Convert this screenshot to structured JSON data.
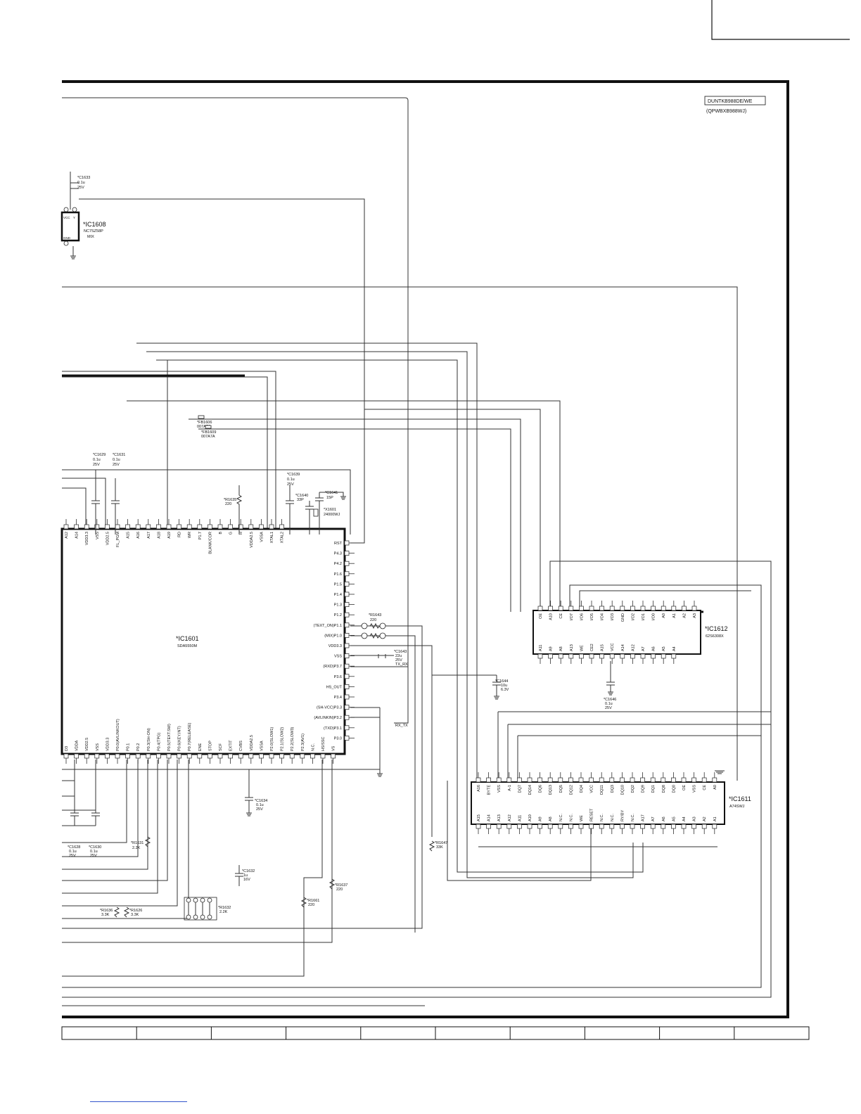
{
  "model": {
    "label": "DUNTKB988DE/WE",
    "sublabel": "(QPWBXB988WJ)"
  },
  "ics": [
    {
      "ref": "IC1608",
      "part": "NC7SZ58P",
      "note": "MIX"
    },
    {
      "ref": "IC1601",
      "part": "SDA5550M"
    },
    {
      "ref": "IC1612",
      "part": "62S6308X"
    },
    {
      "ref": "IC1611",
      "part": "A74SWJ"
    }
  ],
  "ic1601": {
    "top_pins": [
      "A12",
      "A14",
      "VDD3.3",
      "VSS",
      "VDD2.5",
      "FL_PGM",
      "A15",
      "A16",
      "A17",
      "A18",
      "A19",
      "RD",
      "WR",
      "P1.7",
      "BLANK/COR",
      "B",
      "G",
      "R",
      "VDDA2.5",
      "VSSA",
      "XTAL1",
      "XTAL2"
    ],
    "right_pins": [
      "RST",
      "P4.3",
      "P4.2",
      "P1.6",
      "P1.5",
      "P1.4",
      "P1.3",
      "P1.2",
      "(TEXT_ON)P1.1",
      "(MIX)P1.0",
      "VDD3.3",
      "VSS",
      "(RXD)P3.7",
      "P3.6",
      "HS_OUT",
      "P3.4",
      "(SH-VCC)P3.3",
      "(AVLINKIN)P3.2",
      "(TXD)P3.1",
      "P3.0"
    ],
    "bottom_pins": [
      "D3",
      "VDDA",
      "VDD2.5",
      "VSS",
      "VDD3.3",
      "P0.0(AVLINKOUT)",
      "P0.1",
      "P0.2",
      "P0.3(SH-ON)",
      "P0.4(TPG)",
      "P0.5(TEXT.SW)",
      "P0.6(KEY.INT)",
      "P0.7(RELEASE)",
      "ENE",
      "STOP",
      "SCF",
      "EXTIT",
      "CVBS",
      "VDDA2.5",
      "VSSA",
      "P2.0(SLOW1)",
      "P2.1(SLOW2)",
      "P2.2(SLOW3)",
      "P2.3(AV1)",
      "N.C.",
      "HS/SSC",
      "VS"
    ]
  },
  "ic1612": {
    "top_pins": [
      "OE",
      "A10",
      "CE",
      "I/O7",
      "I/O6",
      "I/O5",
      "I/O4",
      "I/O3",
      "GND",
      "I/O2",
      "I/O1",
      "I/O0",
      "A0",
      "A1",
      "A2",
      "A3"
    ],
    "bottom_pins": [
      "A11",
      "A9",
      "A8",
      "A13",
      "WE",
      "CE2",
      "A15",
      "VCC",
      "A14",
      "A12",
      "A7",
      "A6",
      "A5",
      "A4"
    ]
  },
  "ic1611": {
    "top_pins": [
      "A16",
      "BYTE",
      "VSS",
      "A-1",
      "DQ7",
      "DQ14",
      "DQ6",
      "DQ13",
      "DQ5",
      "DQ12",
      "DQ4",
      "VCC",
      "DQ11",
      "DQ3",
      "DQ10",
      "DQ2",
      "DQ9",
      "DQ1",
      "DQ8",
      "DQ0",
      "OE",
      "VSS",
      "CE",
      "A0"
    ],
    "bottom_pins": [
      "A15",
      "A14",
      "A13",
      "A12",
      "A11",
      "A10",
      "A9",
      "A8",
      "N.C.",
      "N.C.",
      "WE",
      "RESET",
      "N.C.",
      "N.C.",
      "RY/BY",
      "N.C.",
      "A17",
      "A7",
      "A6",
      "A5",
      "A4",
      "A3",
      "A2",
      "A1"
    ]
  },
  "components": [
    {
      "ref": "C1633",
      "value": "0.1u",
      "rating": "25V"
    },
    {
      "ref": "C1629",
      "value": "0.1u",
      "rating": "25V"
    },
    {
      "ref": "C1631",
      "value": "0.1u",
      "rating": "25V"
    },
    {
      "ref": "C1639",
      "value": "0.1u",
      "rating": "25V"
    },
    {
      "ref": "C1640",
      "value": "33P"
    },
    {
      "ref": "C1641",
      "value": "15P"
    },
    {
      "ref": "X1601",
      "value": "24000WJ"
    },
    {
      "ref": "R1635",
      "value": "220"
    },
    {
      "ref": "FB1606",
      "value": "007A7A"
    },
    {
      "ref": "FB1609",
      "value": "007A7A"
    },
    {
      "ref": "R1643",
      "value": "220"
    },
    {
      "ref": "C1643",
      "value": "22u",
      "rating": "25V"
    },
    {
      "ref": "C1644",
      "value": "10u",
      "rating": "6.3V"
    },
    {
      "ref": "C1646",
      "value": "0.1u",
      "rating": "25V"
    },
    {
      "ref": "C1634",
      "value": "0.1u",
      "rating": "25V"
    },
    {
      "ref": "C1628",
      "value": "0.1u",
      "rating": "25V"
    },
    {
      "ref": "C1630",
      "value": "0.1u",
      "rating": "25V"
    },
    {
      "ref": "R1631",
      "value": "2.2K"
    },
    {
      "ref": "C1632",
      "value": "1u",
      "rating": "16V"
    },
    {
      "ref": "R1637",
      "value": "220"
    },
    {
      "ref": "R1661",
      "value": "220"
    },
    {
      "ref": "R1647",
      "value": "33K"
    },
    {
      "ref": "R1636",
      "value": "3.3K"
    },
    {
      "ref": "R1626",
      "value": "3.3K"
    },
    {
      "ref": "R1632",
      "value": "2.2K"
    }
  ],
  "net_labels": {
    "tx_rx": "TX_RX",
    "rx_tx": "RX_TX"
  },
  "ic1608_pins": [
    "VCC",
    "Y",
    "GND"
  ]
}
